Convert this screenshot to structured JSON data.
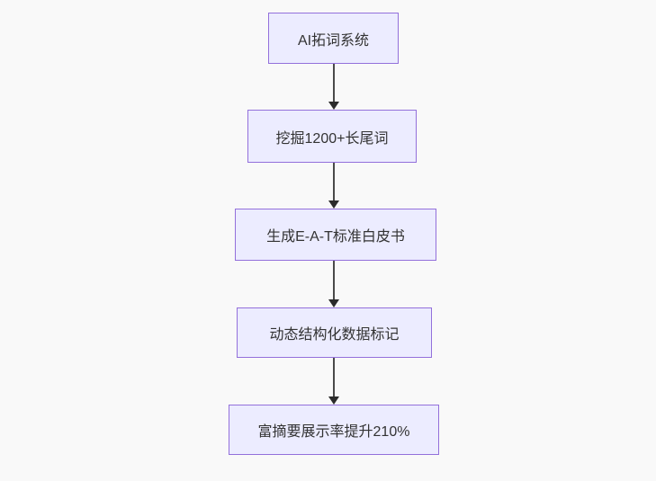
{
  "diagram": {
    "type": "flowchart",
    "direction": "top-down",
    "nodes": [
      {
        "id": "A",
        "label": "AI拓词系统"
      },
      {
        "id": "B",
        "label": "挖掘1200+长尾词"
      },
      {
        "id": "C",
        "label": "生成E-A-T标准白皮书"
      },
      {
        "id": "D",
        "label": "动态结构化数据标记"
      },
      {
        "id": "E",
        "label": "富摘要展示率提升210%"
      }
    ],
    "edges": [
      {
        "from": "A",
        "to": "B"
      },
      {
        "from": "B",
        "to": "C"
      },
      {
        "from": "C",
        "to": "D"
      },
      {
        "from": "D",
        "to": "E"
      }
    ],
    "colors": {
      "background": "#f9f9f9",
      "node_fill": "#ECECFF",
      "node_border": "#9370DB",
      "node_text": "#333333",
      "edge_line": "#4a4a4a",
      "edge_arrowhead": "#2b2b2b"
    }
  }
}
